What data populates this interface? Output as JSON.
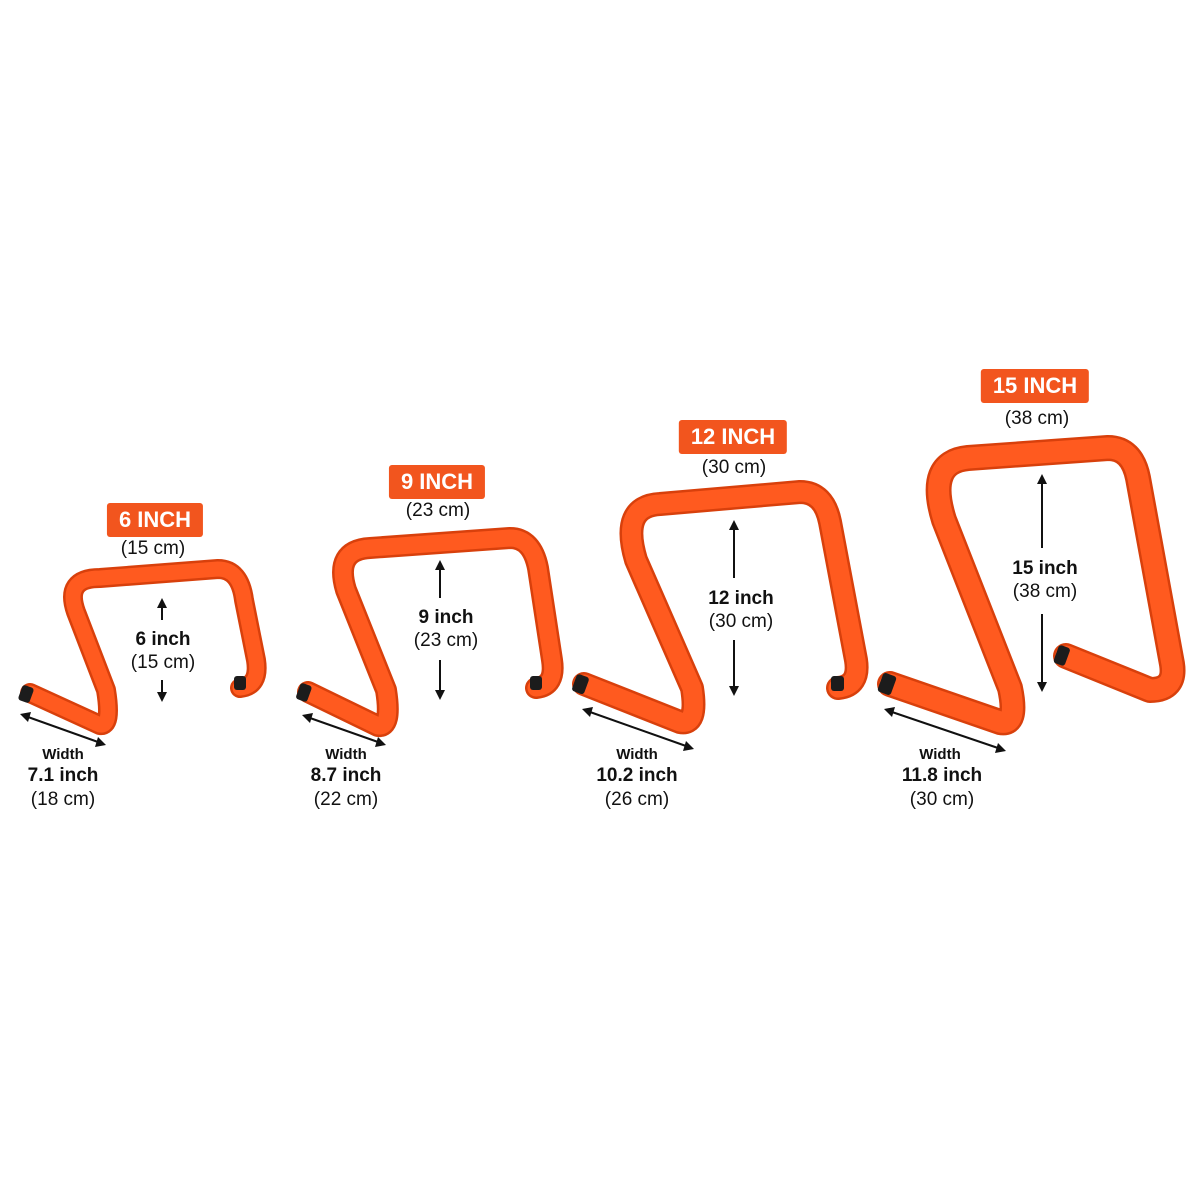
{
  "colors": {
    "hurdle": "#ff5a1f",
    "hurdle_dark": "#d8400c",
    "cap": "#1c1c1c",
    "badge": "#f2551e",
    "arrow": "#111111"
  },
  "hurdles": [
    {
      "id": "6",
      "badge": "6 INCH",
      "badge_metric": "(15 cm)",
      "height_label": "6 inch",
      "height_metric": "(15 cm)",
      "width_word": "Width",
      "width_label": "7.1 inch",
      "width_metric": "(18 cm)"
    },
    {
      "id": "9",
      "badge": "9 INCH",
      "badge_metric": "(23 cm)",
      "height_label": "9 inch",
      "height_metric": "(23 cm)",
      "width_word": "Width",
      "width_label": "8.7 inch",
      "width_metric": "(22 cm)"
    },
    {
      "id": "12",
      "badge": "12 INCH",
      "badge_metric": "(30 cm)",
      "height_label": "12 inch",
      "height_metric": "(30 cm)",
      "width_word": "Width",
      "width_label": "10.2 inch",
      "width_metric": "(26 cm)"
    },
    {
      "id": "15",
      "badge": "15 INCH",
      "badge_metric": "(38 cm)",
      "height_label": "15 inch",
      "height_metric": "(38 cm)",
      "width_word": "Width",
      "width_label": "11.8 inch",
      "width_metric": "(30 cm)"
    }
  ]
}
